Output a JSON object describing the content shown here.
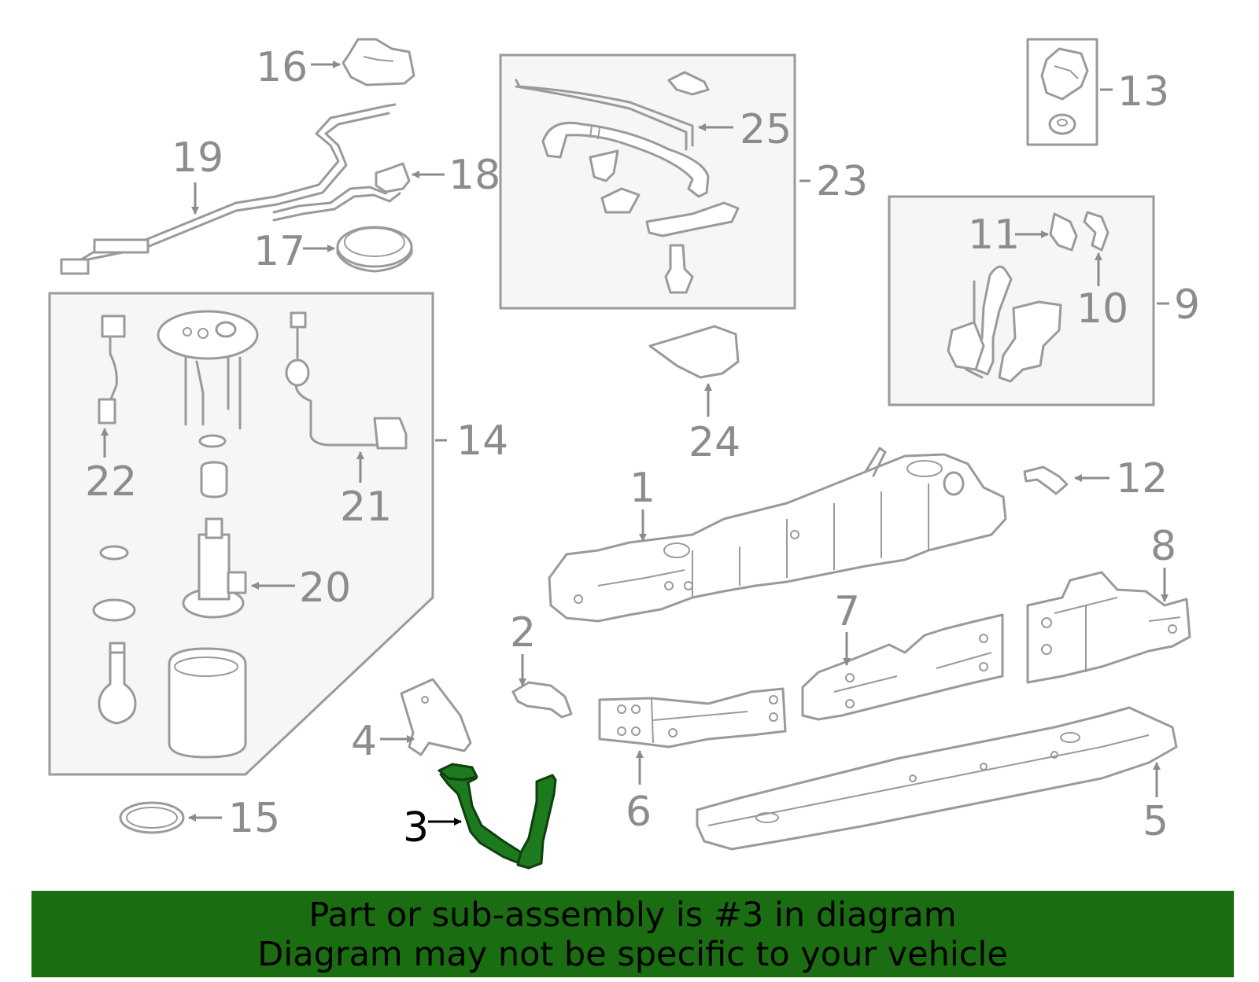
{
  "labels": {
    "p1": "1",
    "p2": "2",
    "p3": "3",
    "p4": "4",
    "p5": "5",
    "p6": "6",
    "p7": "7",
    "p8": "8",
    "p9": "9",
    "p10": "10",
    "p11": "11",
    "p12": "12",
    "p13": "13",
    "p14": "14",
    "p15": "15",
    "p16": "16",
    "p17": "17",
    "p18": "18",
    "p19": "19",
    "p20": "20",
    "p21": "21",
    "p22": "22",
    "p23": "23",
    "p24": "24",
    "p25": "25"
  },
  "highlighted_part": "3",
  "banner": {
    "line1": "Part or sub-assembly is #3 in diagram",
    "line2": "Diagram may not be specific to your vehicle"
  },
  "colors": {
    "highlight_fill": "#1d7a1d",
    "highlight_stroke": "#0f3f0f",
    "banner_bg": "#1b6d12",
    "label_gray": "#8c8c8c",
    "highlight_label": "#000000"
  }
}
